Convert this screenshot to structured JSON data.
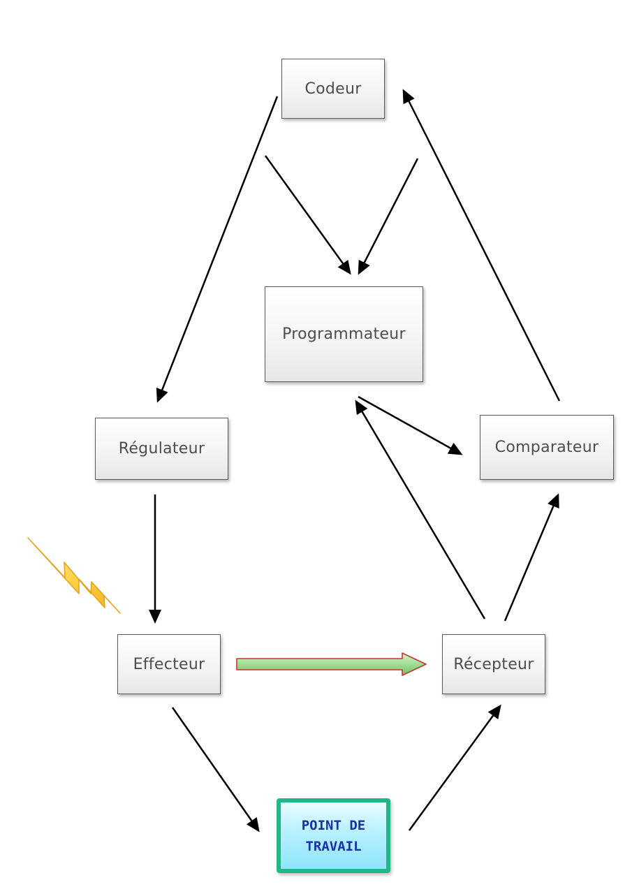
{
  "diagram": {
    "nodes": {
      "codeur": "Codeur",
      "programmateur": "Programmateur",
      "regulateur": "Régulateur",
      "comparateur": "Comparateur",
      "effecteur": "Effecteur",
      "recepteur": "Récepteur",
      "point_de_travail": {
        "line1": "POINT DE",
        "line2": "TRAVAIL"
      }
    },
    "icons": {
      "disturbance": "lightning-bolt-icon"
    },
    "colors": {
      "arrow": "#000000",
      "action_arrow_fill": "#8fd18f",
      "action_arrow_border": "#c0392b",
      "workpoint_border": "#1fb788",
      "workpoint_text": "#1a2fa8",
      "bolt_fill": "#ffd34a",
      "bolt_stroke": "#e0a21a"
    }
  }
}
